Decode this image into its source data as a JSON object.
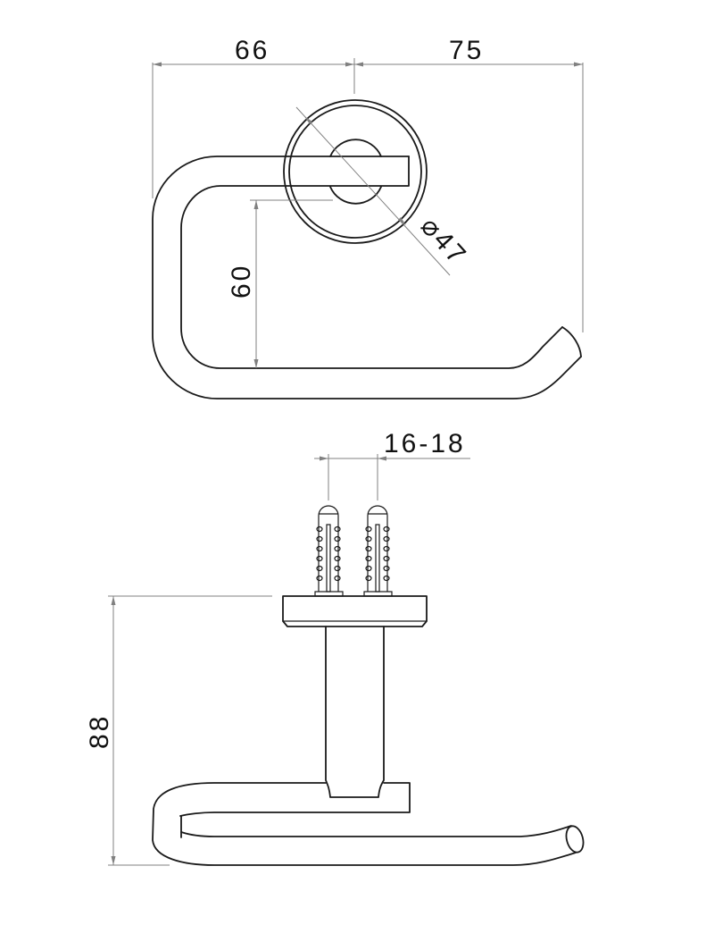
{
  "drawing": {
    "subject": "toilet paper holder technical drawing",
    "views": [
      {
        "name": "front-view",
        "description": "elevation with rosette and paper arm"
      },
      {
        "name": "top-view",
        "description": "plan view with wall plugs, base and arm"
      }
    ],
    "colors": {
      "object_line": "#1a1a1a",
      "dimension_line": "#808080",
      "background": "#ffffff"
    }
  },
  "dimensions": {
    "width_left": "66",
    "width_right": "75",
    "diameter_symbol": "⌀",
    "diameter": "47",
    "arm_height": "60",
    "plug_spacing": "16-18",
    "depth": "88"
  },
  "units": "mm"
}
